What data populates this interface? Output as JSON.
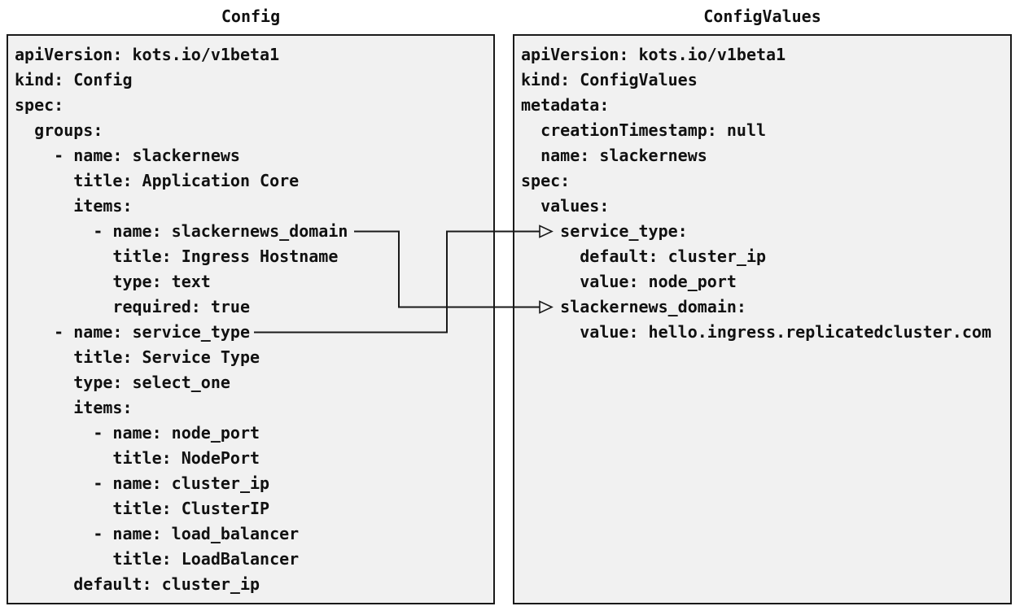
{
  "panels": {
    "config": {
      "title": "Config",
      "lines": [
        "apiVersion: kots.io/v1beta1",
        "kind: Config",
        "spec:",
        "  groups:",
        "    - name: slackernews",
        "      title: Application Core",
        "      items:",
        "        - name: slackernews_domain",
        "          title: Ingress Hostname",
        "          type: text",
        "          required: true",
        "    - name: service_type",
        "      title: Service Type",
        "      type: select_one",
        "      items:",
        "        - name: node_port",
        "          title: NodePort",
        "        - name: cluster_ip",
        "          title: ClusterIP",
        "        - name: load_balancer",
        "          title: LoadBalancer",
        "      default: cluster_ip"
      ]
    },
    "config_values": {
      "title": "ConfigValues",
      "lines": [
        "apiVersion: kots.io/v1beta1",
        "kind: ConfigValues",
        "metadata:",
        "  creationTimestamp: null",
        "  name: slackernews",
        "spec:",
        "  values:",
        "    service_type:",
        "      default: cluster_ip",
        "      value: node_port",
        "    slackernews_domain:",
        "      value: hello.ingress.replicatedcluster.com"
      ]
    }
  },
  "connections": [
    {
      "from": "Config item name slackernews_domain",
      "to": "ConfigValues spec.values.slackernews_domain"
    },
    {
      "from": "Config item name service_type",
      "to": "ConfigValues spec.values.service_type"
    }
  ],
  "colors": {
    "box_fill": "#f1f1f1",
    "box_border": "#1a1a1a",
    "text": "#111111",
    "connector": "#1a1a1a"
  }
}
